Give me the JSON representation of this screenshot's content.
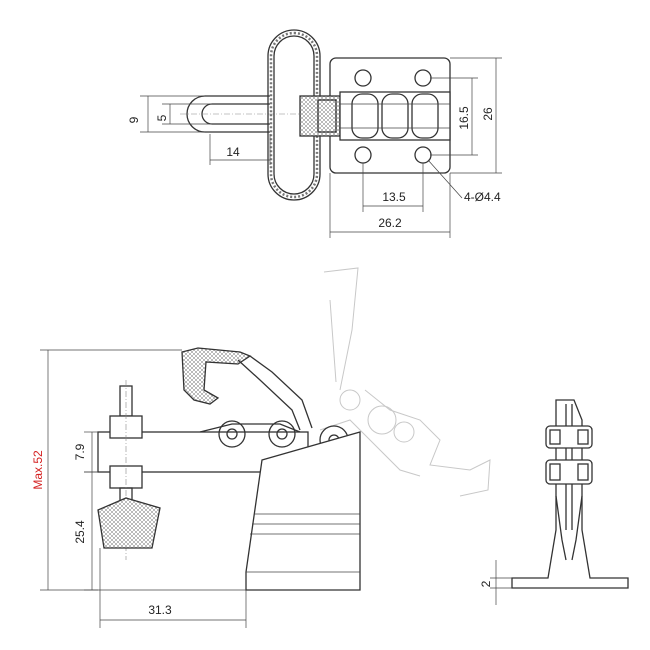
{
  "dimensions": {
    "top_view": {
      "dim_9": "9",
      "dim_5": "5",
      "dim_14": "14",
      "dim_16_5": "16.5",
      "dim_26": "26",
      "dim_13_5": "13.5",
      "dim_26_2": "26.2",
      "hole_callout": "4-Ø4.4"
    },
    "front_view": {
      "max_height": "Max.52",
      "dim_7_9": "7.9",
      "dim_25_4": "25.4",
      "dim_31_3": "31.3"
    },
    "side_view": {
      "thickness": "2"
    }
  },
  "colors": {
    "line": "#333333",
    "dimension_text": "#222222",
    "highlight_text": "#d42020",
    "ghost_outline": "#c8c8c8"
  }
}
